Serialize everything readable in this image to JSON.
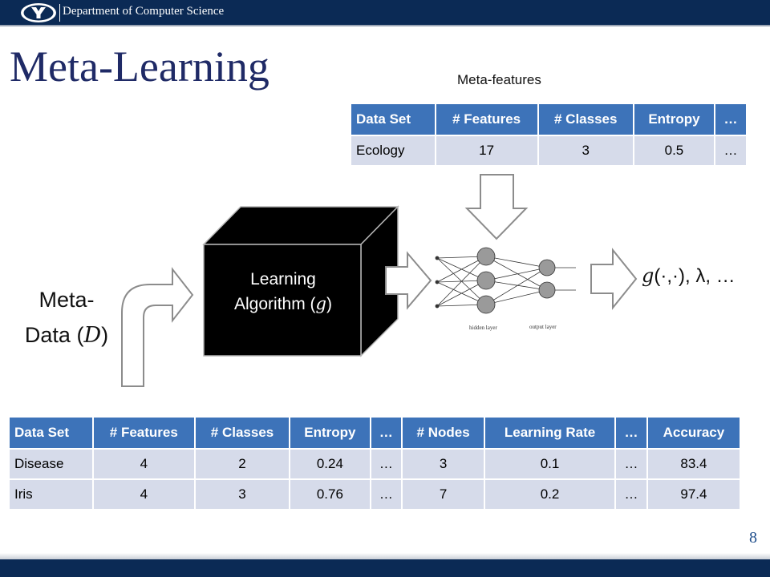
{
  "header": {
    "department": "Department of Computer Science"
  },
  "slide": {
    "title": "Meta-Learning",
    "page_number": "8",
    "meta_features_label": "Meta-features",
    "meta_data_label_line1": "Meta-",
    "meta_data_label_line2": "Data (",
    "meta_data_symbol": "D",
    "meta_data_close": ")",
    "algorithm_line1": "Learning",
    "algorithm_line2": "Algorithm (",
    "algorithm_symbol": "g",
    "algorithm_close": ")",
    "output_symbol": "g",
    "output_rest": "(·,·), λ, …",
    "nn_hidden_label": "hidden layer",
    "nn_output_label": "output layer"
  },
  "meta_features_table": {
    "headers": [
      "Data Set",
      "# Features",
      "# Classes",
      "Entropy",
      "…"
    ],
    "rows": [
      [
        "Ecology",
        "17",
        "3",
        "0.5",
        "…"
      ]
    ]
  },
  "main_table": {
    "headers": [
      "Data Set",
      "# Features",
      "# Classes",
      "Entropy",
      "…",
      "# Nodes",
      "Learning Rate",
      "…",
      "Accuracy"
    ],
    "rows": [
      [
        "Disease",
        "4",
        "2",
        "0.24",
        "…",
        "3",
        "0.1",
        "…",
        "83.4"
      ],
      [
        "Iris",
        "4",
        "3",
        "0.76",
        "…",
        "7",
        "0.2",
        "…",
        "97.4"
      ]
    ]
  }
}
